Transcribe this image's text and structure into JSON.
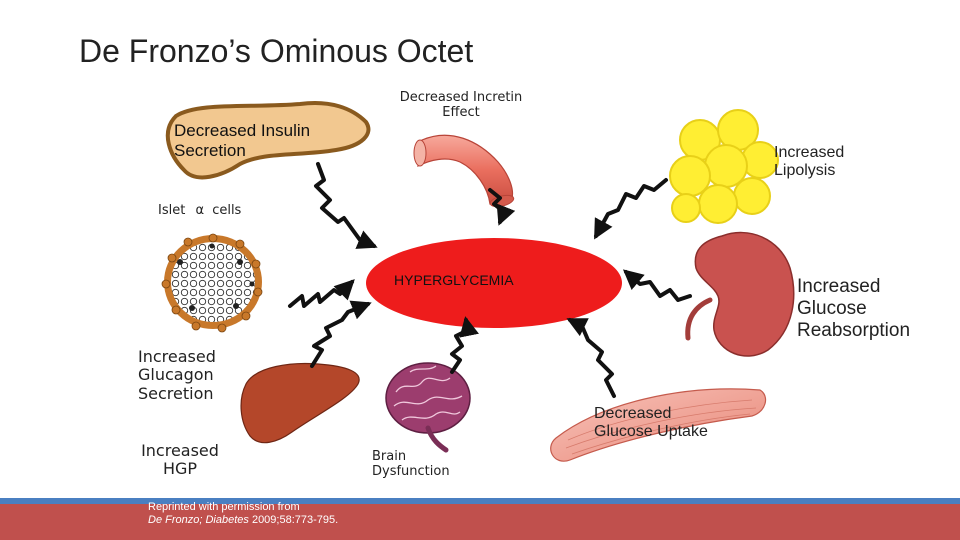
{
  "title": "De Fronzo’s Ominous Octet",
  "center_label": "HYPERGLYCEMIA",
  "labels": {
    "insulin": [
      "Decreased Insulin",
      "Secretion"
    ],
    "incretin": [
      "Decreased Incretin",
      "Effect"
    ],
    "lipolysis": [
      "Increased",
      "Lipolysis"
    ],
    "islet": "Islet",
    "alpha_symbol": "α",
    "islet_cells": "cells",
    "reabsorption": [
      "Increased",
      "Glucose",
      "Reabsorption"
    ],
    "glucagon": [
      "Increased",
      "Glucagon",
      "Secretion"
    ],
    "hgp": [
      "Increased",
      "HGP"
    ],
    "brain": [
      "Brain",
      "Dysfunction"
    ],
    "uptake": [
      "Decreased",
      "Glucose Uptake"
    ]
  },
  "citation": {
    "line1": "Reprinted with permission from",
    "journal_author": "De Fronzo; Diabetes",
    "ref": " 2009;58:773-795."
  },
  "colors": {
    "hyperglycemia": "#ee1c1c",
    "pancreas": "#f2c890",
    "pancreas_outline": "#8a5a1e",
    "fat": "#ffee33",
    "kidney": "#c9524f",
    "liver": "#b4472a",
    "brain": "#9c3d6e",
    "muscle": "#f0a59a",
    "vessel": "#f07a6a",
    "footer_blue": "#4a7fc1",
    "footer_red": "#c0504d"
  }
}
